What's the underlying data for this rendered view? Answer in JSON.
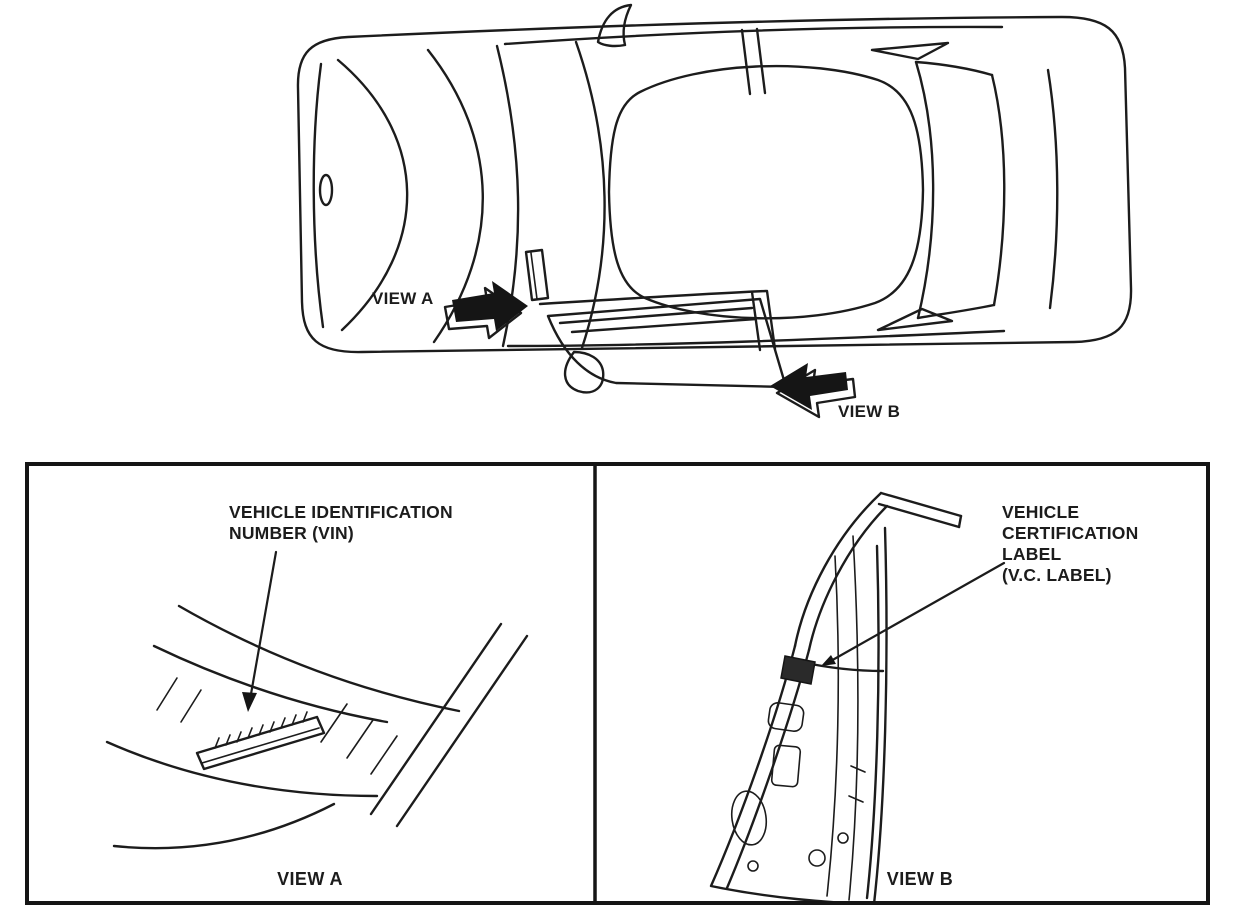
{
  "page": {
    "background": "#ffffff",
    "ink": "#1c1c1c"
  },
  "top_view": {
    "view_a_callout": "VIEW A",
    "view_b_callout": "VIEW B"
  },
  "panel_a": {
    "label_line1": "VEHICLE IDENTIFICATION",
    "label_line2": "NUMBER (VIN)",
    "caption": "VIEW A"
  },
  "panel_b": {
    "label_line1": "VEHICLE",
    "label_line2": "CERTIFICATION",
    "label_line3": "LABEL",
    "label_line4": "(V.C. LABEL)",
    "caption": "VIEW B"
  }
}
